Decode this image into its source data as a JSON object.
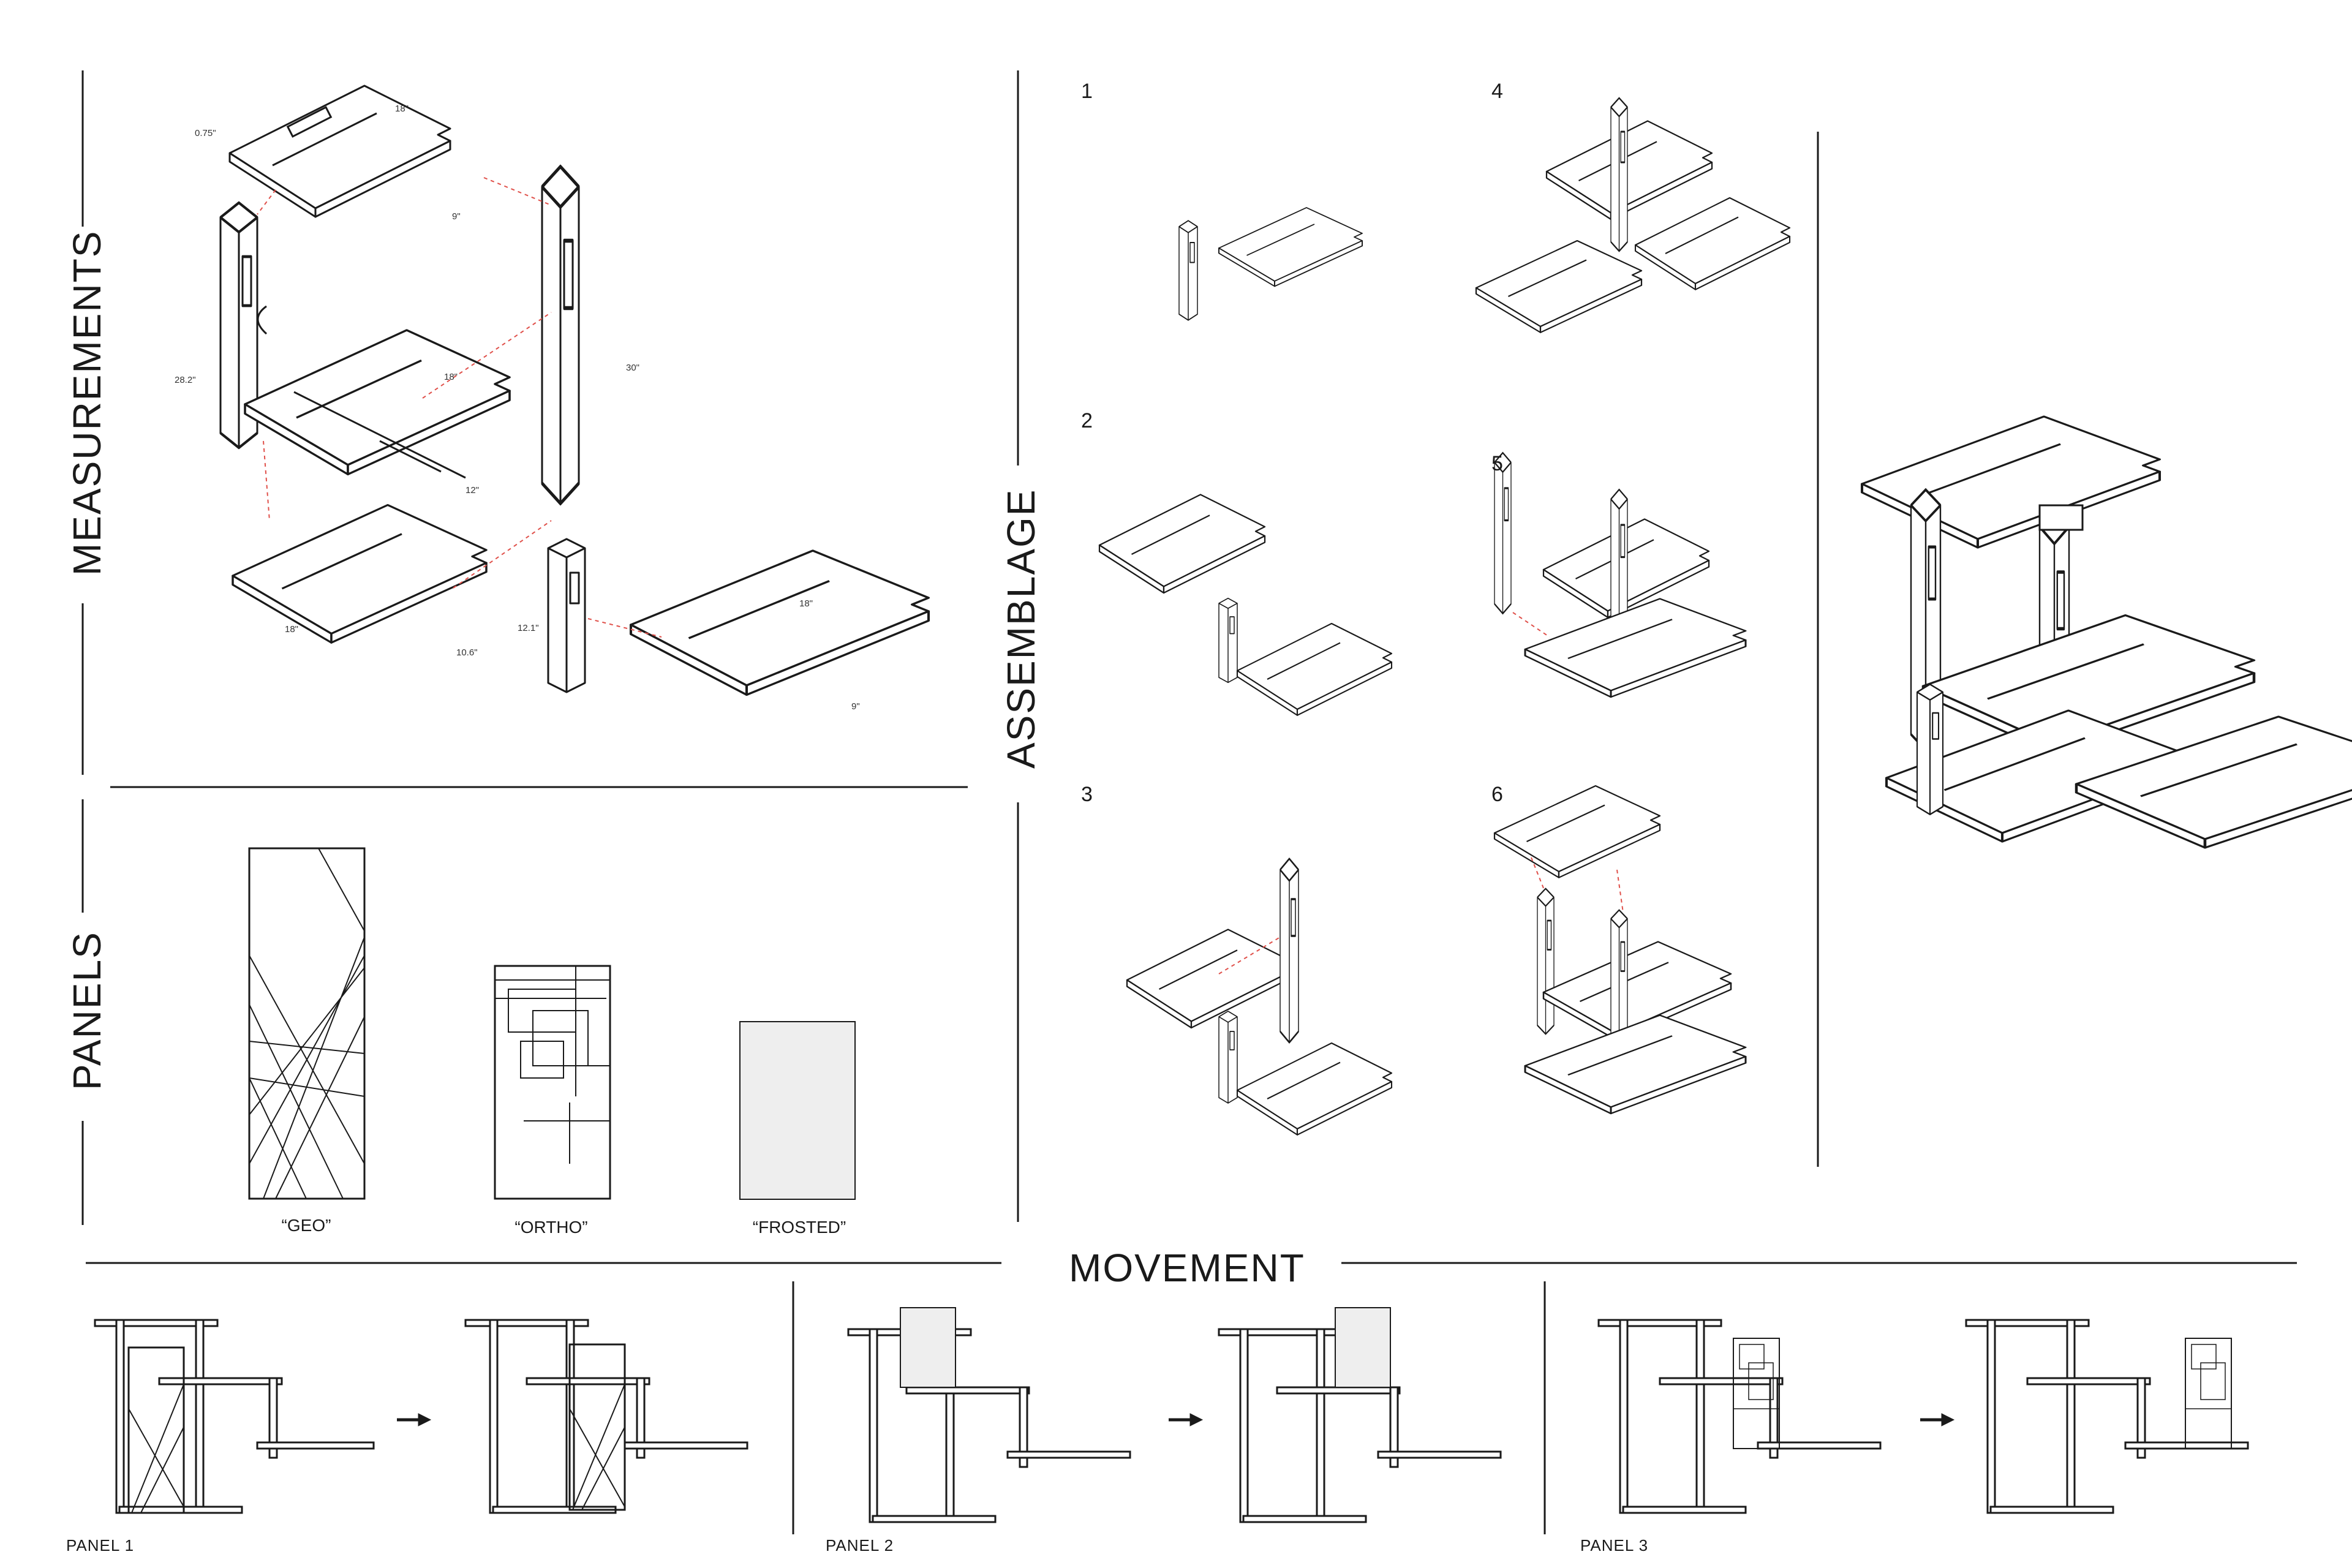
{
  "sections": {
    "measurements": "MEASUREMENTS",
    "panels": "PANELS",
    "assemblage": "ASSEMBLAGE",
    "movement": "MOVEMENT"
  },
  "dimensions": {
    "thickness": "0.75\"",
    "top_width": "18\"",
    "top_depth": "9\"",
    "left_post_height": "28.2\"",
    "right_post_height": "30\"",
    "mid_width": "18\"",
    "mid_depth": "12\"",
    "bottom_width": "18\"",
    "bottom_depth": "10.6\"",
    "short_post_height": "12.1\"",
    "slide_width": "18\"",
    "slide_depth": "9\""
  },
  "panels": {
    "geo": "“GEO”",
    "ortho": "“ORTHO”",
    "frosted": "“FROSTED”"
  },
  "steps": [
    "1",
    "2",
    "3",
    "4",
    "5",
    "6"
  ],
  "movement_labels": [
    "PANEL 1",
    "PANEL 2",
    "PANEL 3"
  ],
  "colors": {
    "line": "#1a1a1a",
    "guide": "#e0504a",
    "frosted_fill": "#eeeeee"
  }
}
